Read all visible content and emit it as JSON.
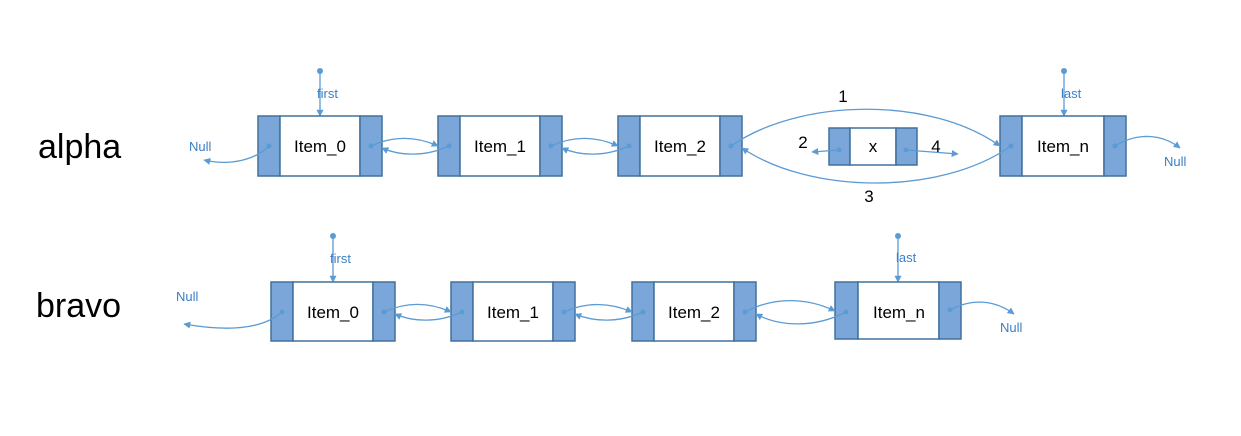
{
  "lists": [
    {
      "name": "alpha",
      "first_label": "first",
      "last_label": "last",
      "left_null": "Null",
      "right_null": "Null",
      "nodes": [
        "Item_0",
        "Item_1",
        "Item_2",
        "Item_n"
      ],
      "inserted_node": "x",
      "steps": [
        "1",
        "2",
        "3",
        "4"
      ]
    },
    {
      "name": "bravo",
      "first_label": "first",
      "last_label": "last",
      "left_null": "Null",
      "right_null": "Null",
      "nodes": [
        "Item_0",
        "Item_1",
        "Item_2",
        "Item_n"
      ]
    }
  ],
  "colors": {
    "node_side": "#7aa6d9",
    "node_border": "#41719c",
    "arrow": "#5b9bd5",
    "pointer_label": "#3b7fc4"
  }
}
